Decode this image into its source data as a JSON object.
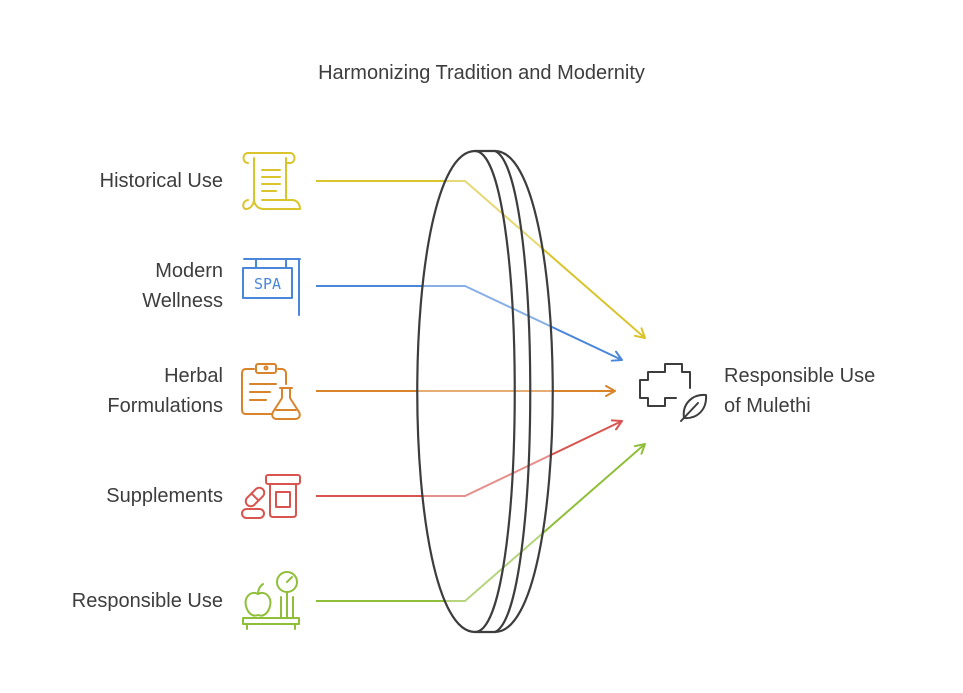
{
  "title": "Harmonizing Tradition and Modernity",
  "inputs": [
    {
      "line1": "Historical Use",
      "line2": "",
      "icon": "scroll-icon",
      "color": "#d9c42b"
    },
    {
      "line1": "Modern",
      "line2": "Wellness",
      "icon": "spa-sign-icon",
      "color": "#4a86d9"
    },
    {
      "line1": "Herbal",
      "line2": "Formulations",
      "icon": "clipboard-flask-icon",
      "color": "#d9832b"
    },
    {
      "line1": "Supplements",
      "line2": "",
      "icon": "pill-bottle-icon",
      "color": "#d9534f"
    },
    {
      "line1": "Responsible Use",
      "line2": "",
      "icon": "apple-scale-icon",
      "color": "#8fbf3a"
    }
  ],
  "spa_sign_text": "SPA",
  "lens": {
    "icon": "lens-icon",
    "color": "#3d3d3d"
  },
  "output": {
    "line1": "Responsible Use",
    "line2": "of Mulethi",
    "icon": "medical-cross-leaf-icon",
    "color": "#3d3d3d"
  }
}
